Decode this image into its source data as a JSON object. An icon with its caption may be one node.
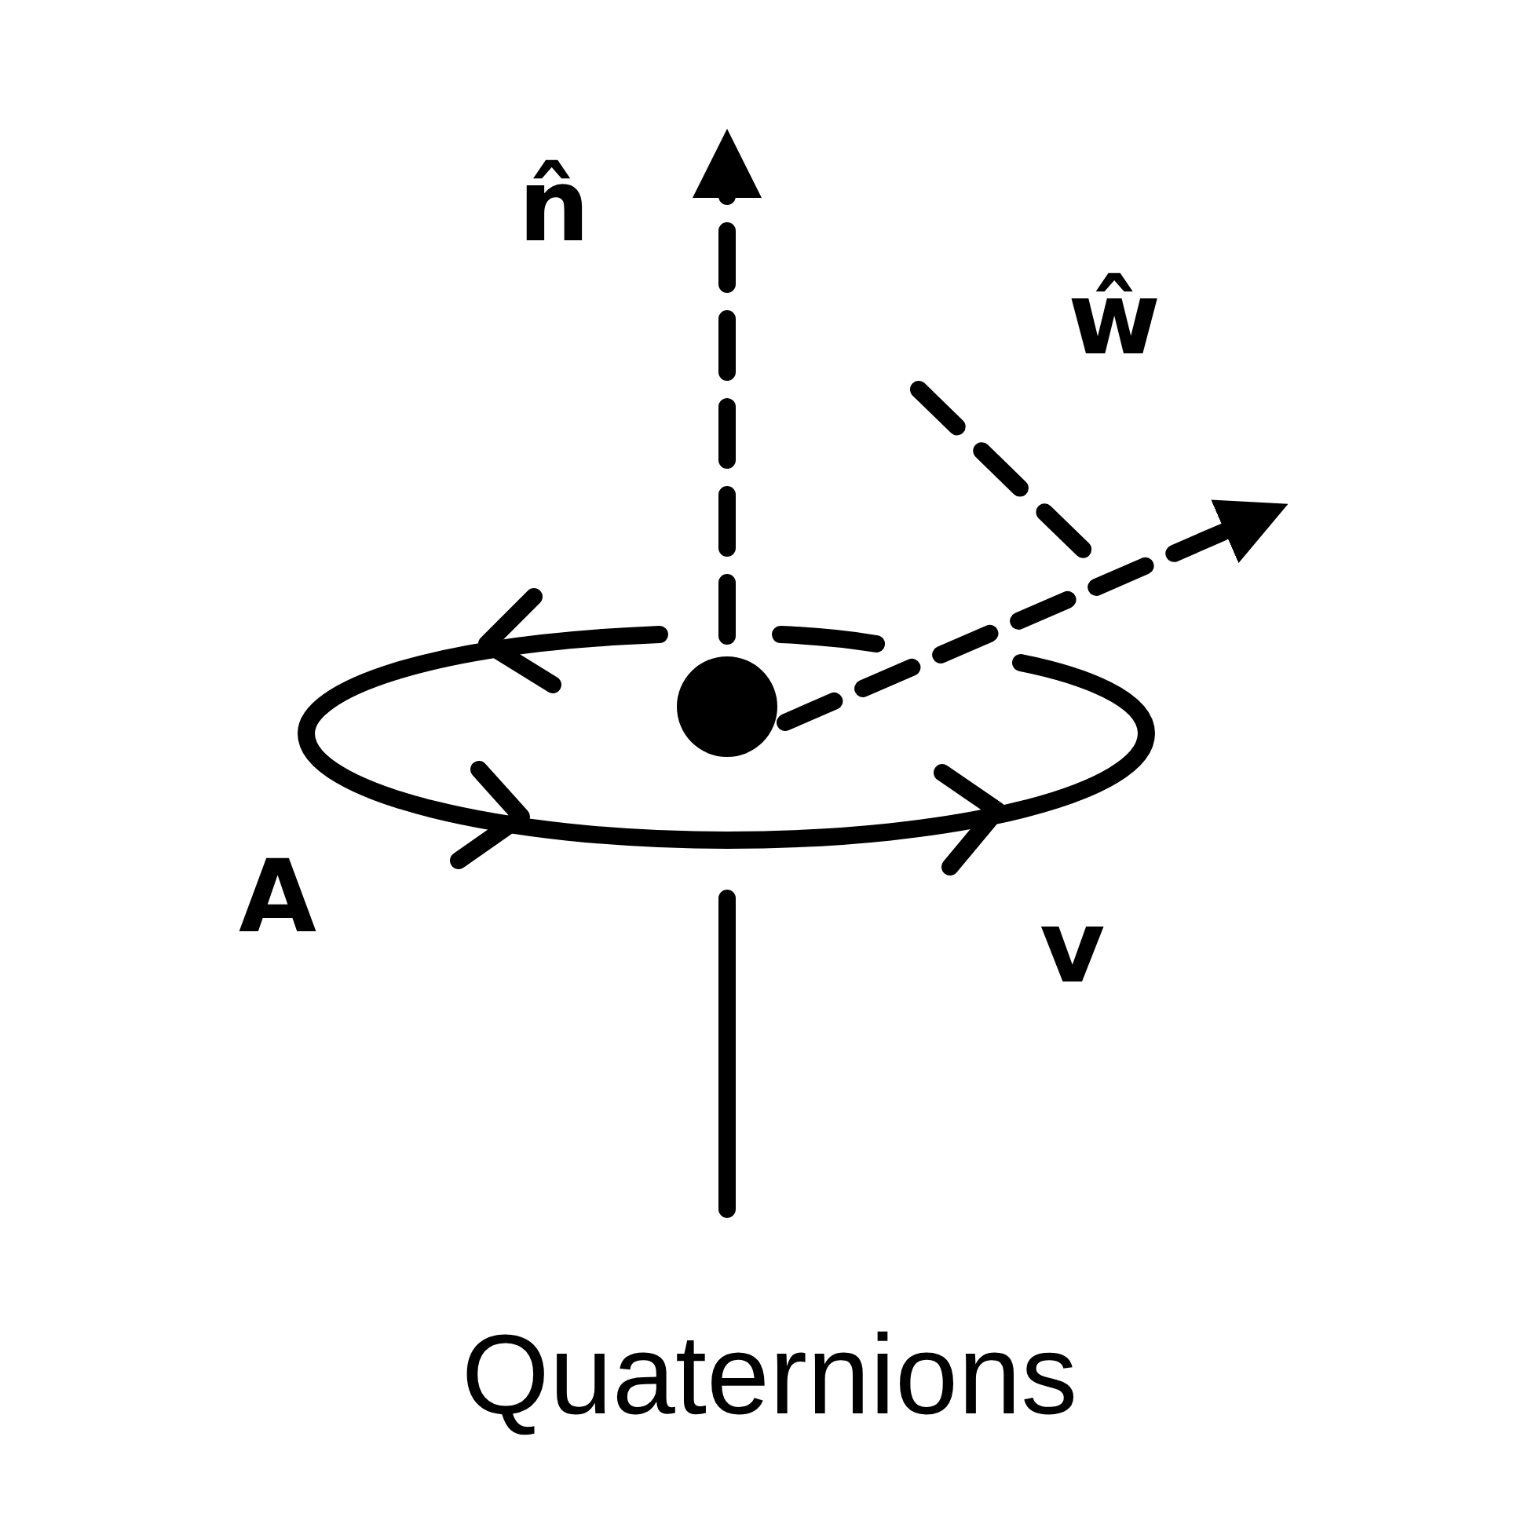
{
  "diagram": {
    "caption": "Quaternions",
    "labels": [
      "n̂",
      "ŵ",
      "A",
      "v"
    ]
  }
}
